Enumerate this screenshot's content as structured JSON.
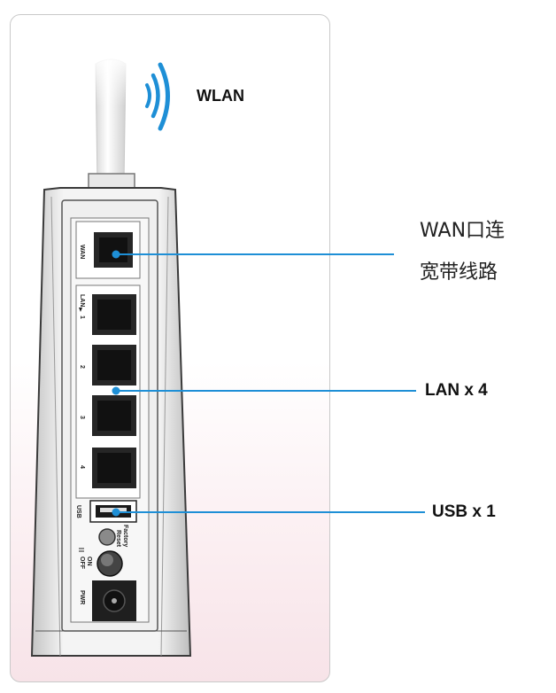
{
  "labels": {
    "wlan": "WLAN",
    "wan_line1": "WAN口连",
    "wan_line2": "宽带线路",
    "lan": "LAN x 4",
    "usb": "USB x 1"
  },
  "device": {
    "wan": "WAN",
    "lan": "LAN",
    "port_numbers": [
      "1",
      "2",
      "3",
      "4"
    ],
    "usb": "USB",
    "factory": "Factory",
    "reset": "Reset",
    "on": "ON",
    "off": "OFF",
    "pwr": "PWR"
  },
  "colors": {
    "callout_line": "#1e8fd6",
    "wifi_waves": "#1e8fd6"
  }
}
